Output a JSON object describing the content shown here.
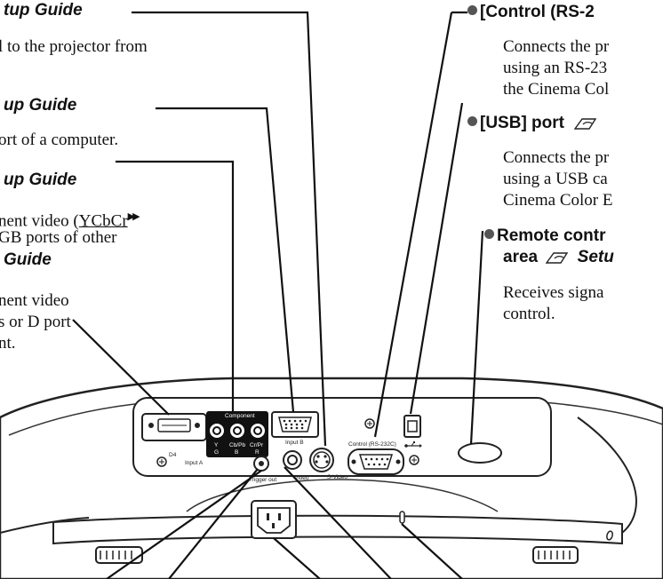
{
  "left": {
    "item1": {
      "heading": "tup Guide",
      "text1": "l to the projector from"
    },
    "item2": {
      "heading": "up Guide",
      "text1": "ort of a computer."
    },
    "item3": {
      "heading": "up Guide",
      "text1": "nent video (",
      "link": "YCbCr",
      "text2": "GB ports of other"
    },
    "item4": {
      "heading": "Guide",
      "text1": "nent video",
      "text2": "s or D port",
      "text3": "nt."
    }
  },
  "right": {
    "item1": {
      "heading": "[Control (RS-2",
      "text1": "Connects the pr",
      "text2": "using an RS-23",
      "text3": "the Cinema Col"
    },
    "item2": {
      "heading": "[USB] port",
      "text1": "Connects the pr",
      "text2": "using a USB ca",
      "text3": "Cinema Color E"
    },
    "item3": {
      "heading1": "Remote contr",
      "heading2_prefix": "area",
      "heading2_guide": "Setu",
      "text1": "Receives signa",
      "text2": "control."
    }
  },
  "panel": {
    "d4": "D4",
    "component": "Component",
    "y": "Y",
    "g": "G",
    "cbpb": "Cb/Pb",
    "b": "B",
    "crpr": "Cr/Pr",
    "r": "R",
    "input_b": "Input B",
    "input_a": "Input A",
    "trigger_out": "Trigger out",
    "video": "Video",
    "s_video": "S-Video",
    "control_rs232c": "Control (RS-232C)"
  },
  "icons": [
    "book-hand-icon",
    "usb-icon",
    "bullet-icon"
  ]
}
